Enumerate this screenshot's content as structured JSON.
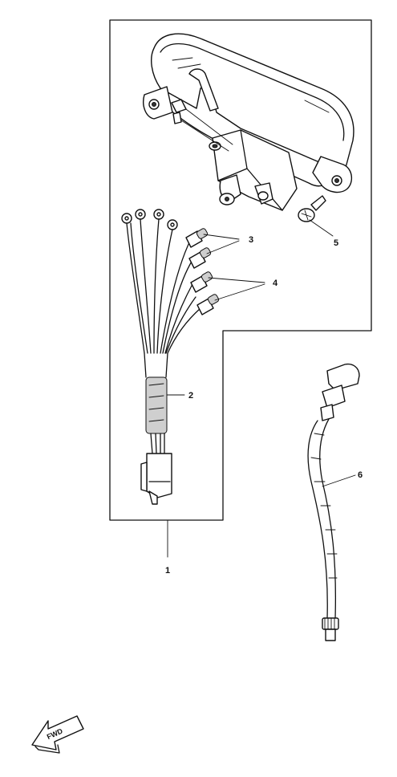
{
  "diagram": {
    "callouts": [
      {
        "id": "1",
        "text": "1"
      },
      {
        "id": "2",
        "text": "2"
      },
      {
        "id": "3",
        "text": "3"
      },
      {
        "id": "4",
        "text": "4"
      },
      {
        "id": "5",
        "text": "5"
      },
      {
        "id": "6",
        "text": "6"
      }
    ],
    "fwd_label": "FWD"
  }
}
